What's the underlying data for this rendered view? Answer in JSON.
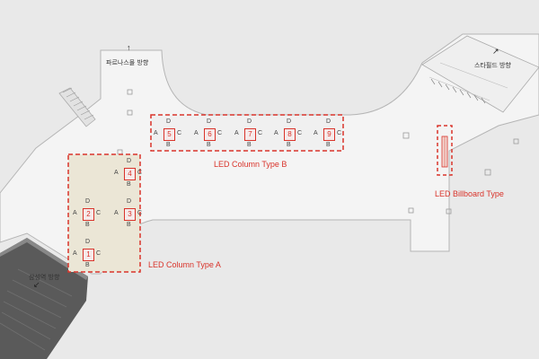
{
  "directions": {
    "top": "파르나스몰 방향",
    "top_right": "스타필드 방향",
    "bottom_left": "삼성역 방향"
  },
  "zones": {
    "type_a": "LED Column Type A",
    "type_b": "LED Column Type B",
    "billboard": "LED Billboard Type"
  },
  "face_labels": {
    "top": "D",
    "left": "A",
    "right": "C",
    "bottom": "B"
  },
  "columns": [
    "1",
    "2",
    "3",
    "4",
    "5",
    "6",
    "7",
    "8",
    "9"
  ],
  "colors": {
    "background": "#e9e9e9",
    "floor": "#f4f4f4",
    "outline": "#b5b5b5",
    "zone_a_fill": "#ebe6d6",
    "dashed_border": "#d9342b",
    "accent_text": "#d9342b",
    "stairs": "#666666"
  },
  "icons": {
    "direction_arrow": "arrow-icon"
  }
}
